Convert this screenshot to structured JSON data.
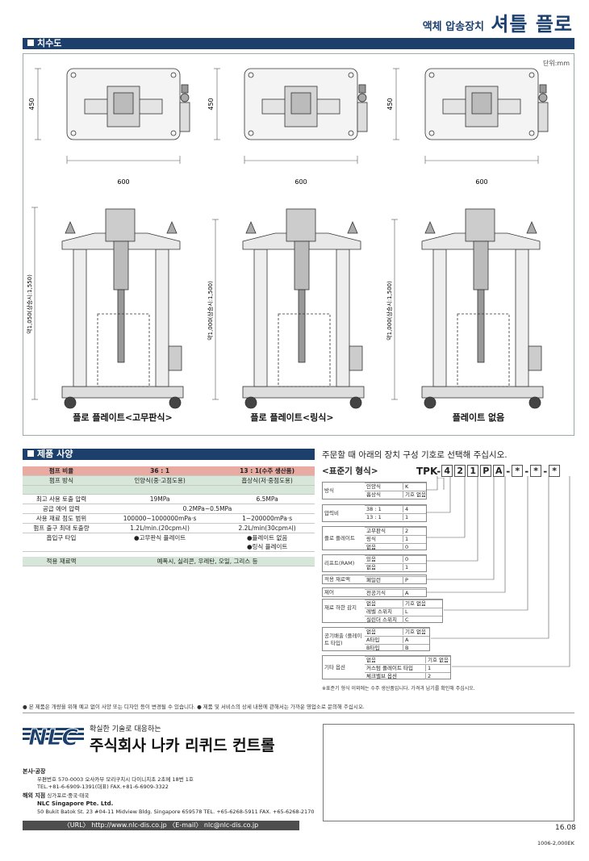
{
  "header": {
    "small": "액체 압송장치",
    "big": "셔틀 플로"
  },
  "dimensions": {
    "section_title": "치수도",
    "unit": "단위:mm",
    "top_views": [
      {
        "width": "600",
        "height": "450"
      },
      {
        "width": "600",
        "height": "450"
      },
      {
        "width": "600",
        "height": "450"
      }
    ],
    "side_views": [
      {
        "height": "약1,050(상승시:1,550)",
        "caption": "플로 플레이트<고무판식>"
      },
      {
        "height": "약1,000(상승시:1,500)",
        "caption": "플로 플레이트<링식>"
      },
      {
        "height": "약1,000(상승시:1,500)",
        "caption": "플레이트 없음"
      }
    ]
  },
  "specs": {
    "section_title": "제품 사양",
    "header": [
      "펌프 비율",
      "36 : 1",
      "13 : 1(수주 생산품)"
    ],
    "rows": [
      {
        "label": "펌프 방식",
        "a": "인양식(중·고점도용)",
        "b": "흡상식(저·중점도용)"
      },
      {
        "label": "최고 사용 토출 압력",
        "a": "19MPa",
        "b": "6.5MPa"
      },
      {
        "label": "공급 에어 압력",
        "ab": "0.2MPa~0.5MPa"
      },
      {
        "label": "사용 재료 점도 범위",
        "a": "100000~1000000mPa·s",
        "b": "1~200000mPa·s"
      },
      {
        "label": "펌프 출구 최대 토출량",
        "a": "1.2L/min.(20cpm시)",
        "b": "2.2L/min(30cpm시)"
      },
      {
        "label": "흡입구 타입",
        "a": "●고무판식 플레이트",
        "b": "●플레이트 없음"
      },
      {
        "label": "",
        "a": "",
        "b": "●링식 플레이트"
      }
    ],
    "material_label": "적용 재료액",
    "material_value": "예폭시, 실리콘, 우레탄, 오일, 그리스 등"
  },
  "order": {
    "note": "주문할 때 아래의 장치 구성 기호로 선택해 주십시오.",
    "std_title": "<표준기 형식>",
    "prefix": "TPK-",
    "code": [
      "4",
      "2",
      "1",
      "P",
      "A",
      "*",
      "*",
      "*"
    ],
    "groups": [
      {
        "label": "방식",
        "rows": [
          [
            "인양식",
            "K"
          ],
          [
            "흡상식",
            "기호 없음"
          ]
        ]
      },
      {
        "label": "압력비",
        "rows": [
          [
            "38 : 1",
            "4"
          ],
          [
            "13 : 1",
            "1"
          ]
        ]
      },
      {
        "label": "플로 플레이트",
        "rows": [
          [
            "고무판식",
            "2"
          ],
          [
            "링식",
            "1"
          ],
          [
            "없음",
            "0"
          ]
        ]
      },
      {
        "label": "리프트(RAM)",
        "rows": [
          [
            "있음",
            "0"
          ],
          [
            "없음",
            "1"
          ]
        ]
      },
      {
        "label": "적용 재료액",
        "rows": [
          [
            "페일런",
            "P"
          ]
        ]
      },
      {
        "label": "제어",
        "rows": [
          [
            "전공기식",
            "A"
          ]
        ]
      },
      {
        "label": "재료 하한 감지",
        "rows": [
          [
            "없음",
            "기호 없음"
          ],
          [
            "레벨 스위치",
            "L"
          ],
          [
            "실린더 스위치",
            "C"
          ]
        ]
      },
      {
        "label": "공기배출 (플레이트 타입)",
        "rows": [
          [
            "없음",
            "기호 없음"
          ],
          [
            "A타입",
            "A"
          ],
          [
            "B타입",
            "B"
          ]
        ]
      },
      {
        "label": "기타 옵션",
        "rows": [
          [
            "없음",
            "기호 없음"
          ],
          [
            "커스텀 플레이트 타입",
            "1"
          ],
          [
            "체크밸브 옵션",
            "2"
          ]
        ]
      }
    ],
    "footnote": "※표준기 형식 이외에는 수주 생산품입니다. 가격과 납기를 확인해 주십시오."
  },
  "disclaimer": "● 본 제품은 개량을 위해 예고 없이 사양 또는 디자인 등이 변경될 수 있습니다.  ● 제품 및 서비스의 상세 내용에 관해서는 가까운 영업소로 문의해 주십시오.",
  "company": {
    "logo": "NLC",
    "slogan": "확실한 기술로 대응하는",
    "name": "주식회사 나카 리퀴드 컨트롤",
    "hq_label": "본사·공장",
    "hq_address": "우편번호 570-0003 오사카부 모리구치시 다이니치초 2초메 18번 1호",
    "hq_tel": "TEL.+81-6-6909-1391(대표) FAX.+81-6-6909-3322",
    "overseas_label": "해외 지점",
    "overseas_regions": "싱가포르·중국·태국",
    "sg_name": "NLC Singapore Pte. Ltd.",
    "sg_address": "50 Bukit Batok St. 23 #04-11 Midview Bldg. Singapore 659578 TEL. +65-6268-5911 FAX. +65-6268-2170",
    "url_line": "〈URL〉 http://www.nlc-dis.co.jp  〈E-mail〉 nlc@nlc-dis.co.jp"
  },
  "footer": {
    "date": "16.08",
    "code": "1006-2,000EK"
  },
  "colors": {
    "navy": "#1d3f6c",
    "header_pink": "#e9aaa2",
    "row_green": "#d6e6d8"
  }
}
